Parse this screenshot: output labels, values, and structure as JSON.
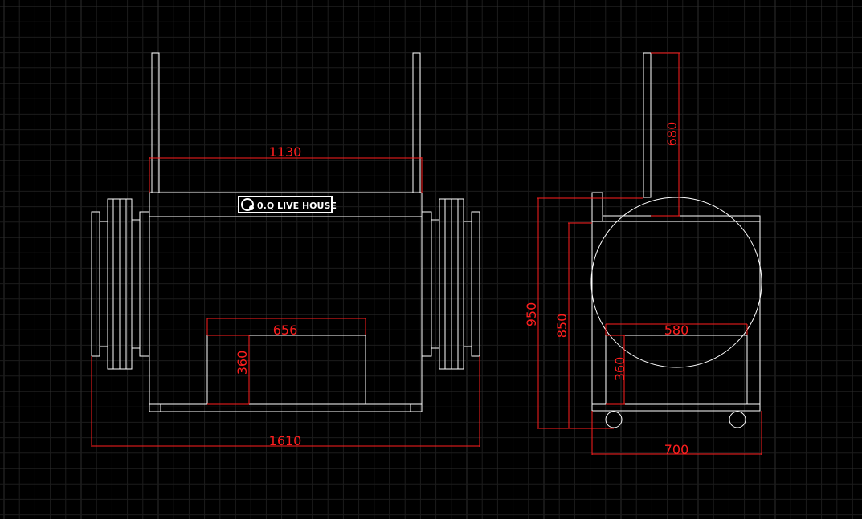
{
  "colors": {
    "background": "#000000",
    "grid_minor": "#1c1c1c",
    "grid_major": "#2e2e2e",
    "outline": "#ffffff",
    "dimension": "#ff1e1e"
  },
  "front_view": {
    "logo_text": "0.Q LIVE HOUSE",
    "dim_top_width": "1130",
    "dim_opening_width": "656",
    "dim_opening_height": "360",
    "dim_overall_width": "1610"
  },
  "side_view": {
    "dim_handle_height": "680",
    "dim_total_height": "950",
    "dim_body_height": "850",
    "dim_opening_width": "580",
    "dim_opening_height": "360",
    "dim_base_width": "700"
  }
}
